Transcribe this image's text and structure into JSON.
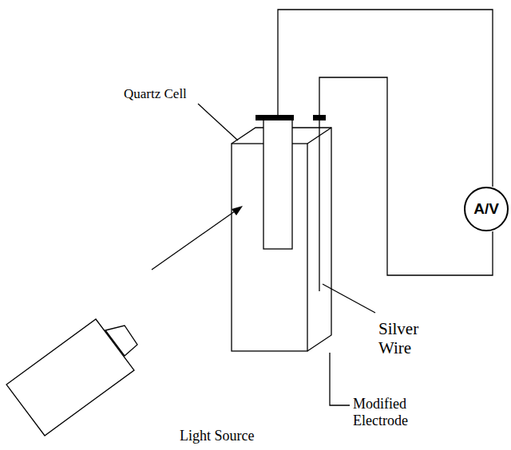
{
  "diagram": {
    "nodes": [
      {
        "text": [
          "A/V"
        ]
      }
    ],
    "labels": [
      "Quartz Cell",
      "Silver Wire",
      "Modified Electrode",
      "Light Source"
    ]
  }
}
